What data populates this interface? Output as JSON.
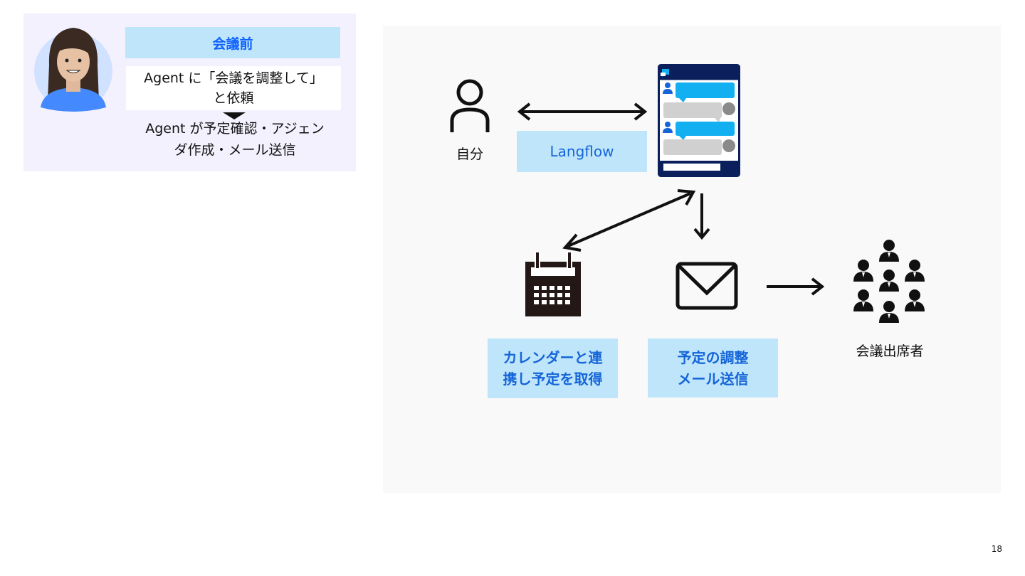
{
  "left_panel": {
    "stage_title": "会議前",
    "request_line1": "Agent に「会議を調整して」",
    "request_line2": "と依頼",
    "result_line1": "Agent が予定確認・アジェン",
    "result_line2": "ダ作成・メール送信"
  },
  "diagram": {
    "self_label": "自分",
    "langflow_label": "Langflow",
    "calendar_line1": "カレンダーと連",
    "calendar_line2": "携し予定を取得",
    "mail_line1": "予定の調整",
    "mail_line2": "メール送信",
    "attendees_label": "会議出席者"
  },
  "page_number": "18",
  "colors": {
    "light_blue": "#bfe5fb",
    "accent_blue": "#0f62fe",
    "panel_lavender": "#f4f1fe",
    "navy": "#0b1f5c",
    "chat_blue": "#12b0f0"
  }
}
